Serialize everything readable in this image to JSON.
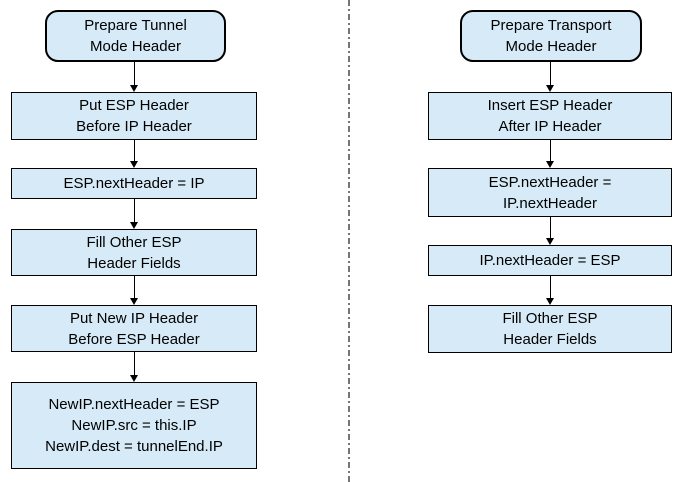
{
  "diagram": {
    "type": "flowchart",
    "style": {
      "node_fill": "#d6ebf7",
      "node_border": "#000000",
      "text_color": "#000000",
      "divider_color": "#757575",
      "arrow_color": "#000000"
    },
    "columns": [
      {
        "name": "tunnel-mode-flow",
        "nodes": [
          {
            "type": "start",
            "lines": [
              "Prepare Tunnel",
              "Mode Header"
            ]
          },
          {
            "type": "process",
            "lines": [
              "Put ESP Header",
              "Before IP Header"
            ]
          },
          {
            "type": "process",
            "lines": [
              "ESP.nextHeader = IP"
            ]
          },
          {
            "type": "process",
            "lines": [
              "Fill Other ESP",
              "Header Fields"
            ]
          },
          {
            "type": "process",
            "lines": [
              "Put New IP Header",
              "Before ESP Header"
            ]
          },
          {
            "type": "process",
            "lines": [
              "NewIP.nextHeader = ESP",
              "NewIP.src = this.IP",
              "NewIP.dest = tunnelEnd.IP"
            ]
          }
        ]
      },
      {
        "name": "transport-mode-flow",
        "nodes": [
          {
            "type": "start",
            "lines": [
              "Prepare Transport",
              "Mode Header"
            ]
          },
          {
            "type": "process",
            "lines": [
              "Insert ESP Header",
              "After IP Header"
            ]
          },
          {
            "type": "process",
            "lines": [
              "ESP.nextHeader =",
              "IP.nextHeader"
            ]
          },
          {
            "type": "process",
            "lines": [
              "IP.nextHeader = ESP"
            ]
          },
          {
            "type": "process",
            "lines": [
              "Fill Other ESP",
              "Header Fields"
            ]
          }
        ]
      }
    ]
  }
}
